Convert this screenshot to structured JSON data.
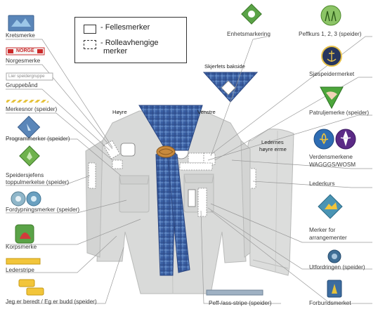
{
  "legend": {
    "common_label": "- Fellesmerker",
    "role_label_1": "- Rolleavhengige",
    "role_label_2": "merker"
  },
  "garment_labels": {
    "scarf_back": "Skjerfets bakside",
    "right": "Høyre",
    "left": "Venstre",
    "leader_right_sleeve_1": "Ledernes",
    "leader_right_sleeve_2": "høyre erme"
  },
  "badge_texts": {
    "norge": "NORGE",
    "group_name": "Lier speidergruppe"
  },
  "left_labels": [
    "Kretsmerke",
    "Norgesmerke",
    "Gruppebånd",
    "Merkesnor (speider)",
    "Programmerker (speider)",
    "Speidersjefens",
    "toppulmerkelse (speider)",
    "Fordypningsmerker (speider)",
    "Korpsmerke",
    "Lederstripe",
    "Jeg er beredt / Eg er budd (speider)"
  ],
  "right_labels": [
    "Enhetsmarkering",
    "Peffkurs 1, 2, 3 (speider)",
    "Sjøspeidermerket",
    "Patruljemerke (speider)",
    "Verdensmerkene",
    "WAGGGS/WOSM",
    "Lederkurs",
    "Merker for",
    "arrangementer",
    "Utfordringen (speider)",
    "Forbundsmerket"
  ],
  "bottom_labels": {
    "peff_stripe": "Peff-/ass-stripe (speider)"
  },
  "colors": {
    "scarf": "#3a5fa3",
    "shirt": "#d9dad9",
    "shirt_stroke": "#b9bab9",
    "line": "#9a9a9a",
    "text": "#3a3a3a",
    "green": "#5aa347",
    "yellow": "#f2c53a",
    "navy": "#27365f"
  }
}
